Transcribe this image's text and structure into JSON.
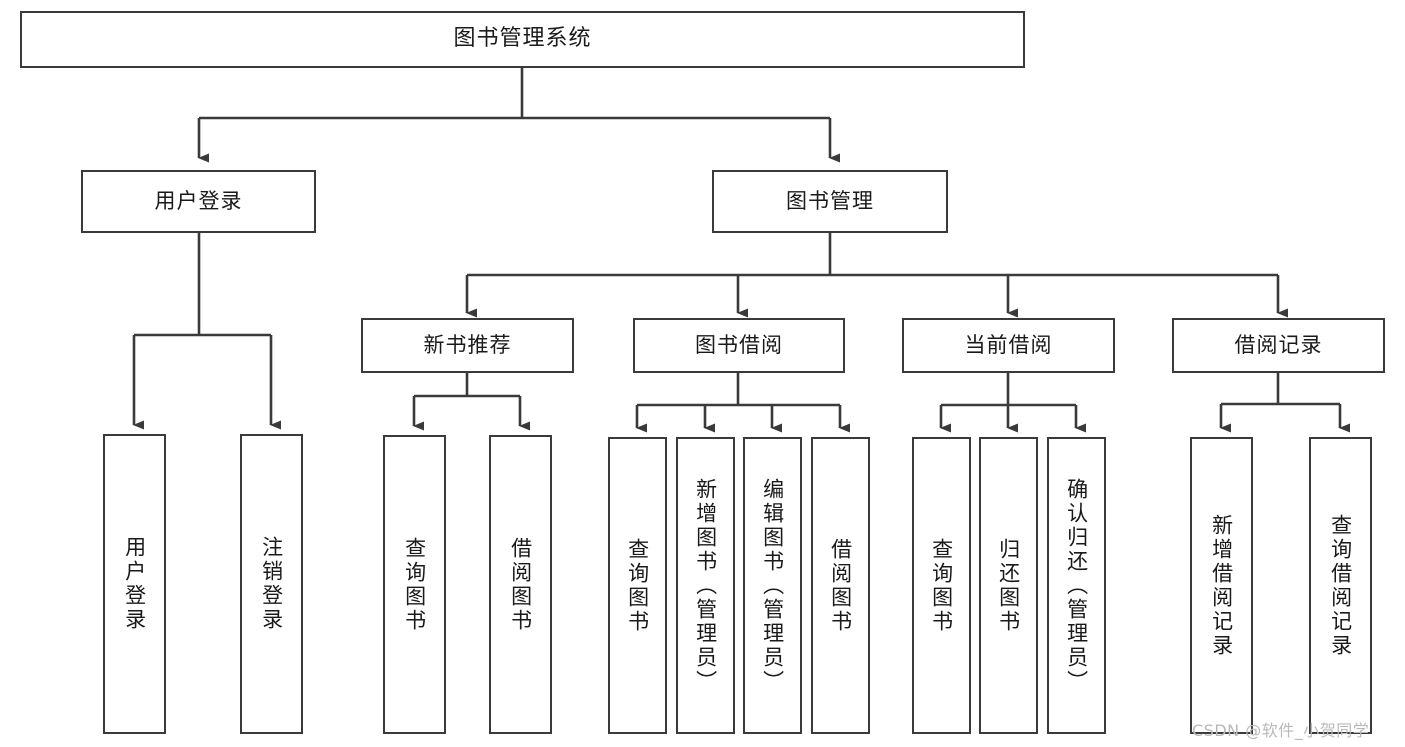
{
  "diagram": {
    "type": "hierarchy-tree",
    "title": "图书管理系统",
    "watermark": "CSDN @软件_小贺同学",
    "style": {
      "box_fill": "#ffffff",
      "box_stroke": "#3a3a3a",
      "connector_color": "#3a3a3a",
      "text_color": "#1a1a1a",
      "watermark_color": "#b9b9b9",
      "background": "#ffffff"
    },
    "root": {
      "id": "root",
      "label": "图书管理系统"
    },
    "level2": [
      {
        "id": "user-login",
        "label": "用户登录"
      },
      {
        "id": "book-management",
        "label": "图书管理"
      }
    ],
    "level3": [
      {
        "id": "new-book-recommend",
        "label": "新书推荐",
        "parent": "book-management"
      },
      {
        "id": "book-borrow",
        "label": "图书借阅",
        "parent": "book-management"
      },
      {
        "id": "current-borrow",
        "label": "当前借阅",
        "parent": "book-management"
      },
      {
        "id": "borrow-record",
        "label": "借阅记录",
        "parent": "book-management"
      }
    ],
    "leaves": {
      "user_login": [
        {
          "id": "leaf-user-login",
          "label": "用户登录"
        },
        {
          "id": "leaf-user-logout",
          "label": "注销登录"
        }
      ],
      "new_book_recommend": [
        {
          "id": "leaf-query-book-1",
          "label": "查询图书"
        },
        {
          "id": "leaf-borrow-book-1",
          "label": "借阅图书"
        }
      ],
      "book_borrow": [
        {
          "id": "leaf-query-book-2",
          "label": "查询图书"
        },
        {
          "id": "leaf-add-book",
          "label": "新增图书（管理员）"
        },
        {
          "id": "leaf-edit-book",
          "label": "编辑图书（管理员）"
        },
        {
          "id": "leaf-borrow-book-2",
          "label": "借阅图书"
        }
      ],
      "current_borrow": [
        {
          "id": "leaf-query-book-3",
          "label": "查询图书"
        },
        {
          "id": "leaf-return-book",
          "label": "归还图书"
        },
        {
          "id": "leaf-confirm-return",
          "label": "确认归还（管理员）"
        }
      ],
      "borrow_record": [
        {
          "id": "leaf-add-record",
          "label": "新增借阅记录"
        },
        {
          "id": "leaf-query-record",
          "label": "查询借阅记录"
        }
      ]
    }
  }
}
